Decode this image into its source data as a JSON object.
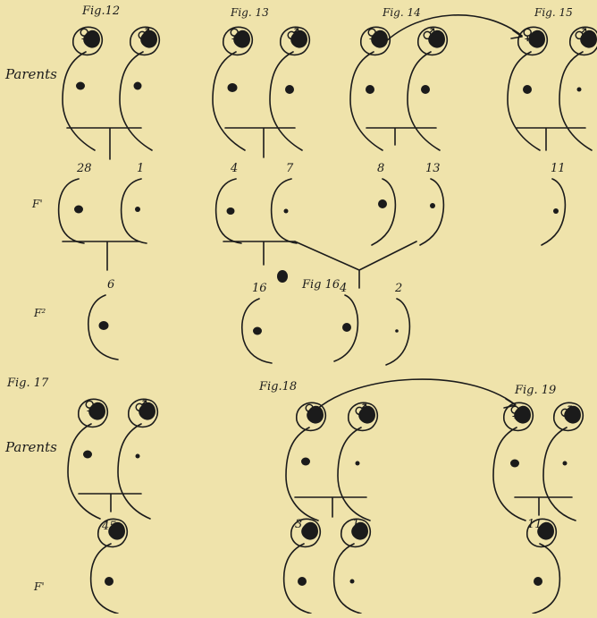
{
  "colors": {
    "paper": "#efe3ab",
    "ink": "#1b1b1b"
  },
  "figures": {
    "fig12": "Fig.12",
    "fig13": "Fig. 13",
    "fig14": "Fig. 14",
    "fig15": "Fig. 15",
    "fig16": "Fig 16",
    "fig17": "Fig. 17",
    "fig18": "Fig.18",
    "fig19": "Fig. 19"
  },
  "row_labels": {
    "parents_top": "Parents",
    "f1_top": "F'",
    "f2": "F²",
    "parents_bottom": "Parents",
    "f1_bottom": "F'"
  },
  "sex_symbols": {
    "female": "♀",
    "male": "♂"
  },
  "counts": {
    "fig12_a": "28",
    "fig12_b": "1",
    "fig13_a": "4",
    "fig13_b": "7",
    "fig14_a": "8",
    "fig14_b": "13",
    "fig15_a": "11",
    "fig12_f2": "6",
    "fig16_a": "16",
    "fig16_b": "4",
    "fig16_c": "2",
    "fig17_f1": "45",
    "fig18_a": "3",
    "fig18_b": "1",
    "fig19_f1": "11"
  }
}
